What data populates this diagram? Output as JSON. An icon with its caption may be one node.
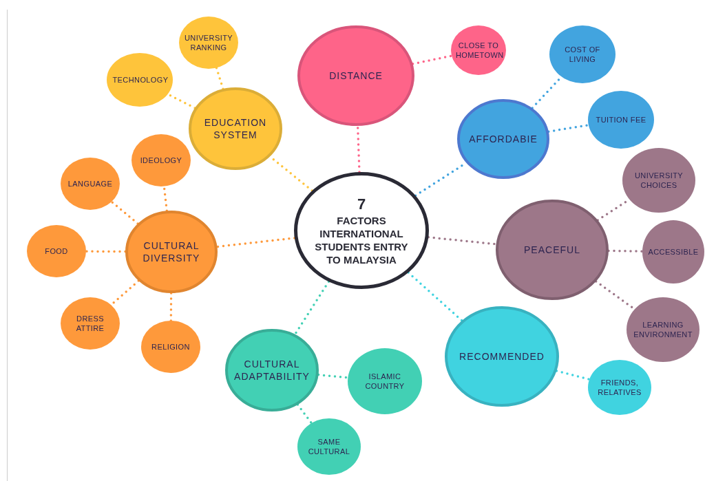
{
  "diagram": {
    "nodes": [
      {
        "text": [
          "7",
          "FACTORS INTERNATIONAL STUDENTS ENTRY TO MALAYSIA"
        ]
      },
      {
        "text": [
          "DISTANCE"
        ]
      },
      {
        "text": [
          "CLOSE TO HOMETOWN"
        ]
      },
      {
        "text": [
          "AFFORDABIE"
        ]
      },
      {
        "text": [
          "COST OF LIVING"
        ]
      },
      {
        "text": [
          "TUITION FEE"
        ]
      },
      {
        "text": [
          "PEACEFUL"
        ]
      },
      {
        "text": [
          "UNIVERSITY CHOICES"
        ]
      },
      {
        "text": [
          "ACCESSIBLE"
        ]
      },
      {
        "text": [
          "LEARNING ENVIRONMENT"
        ]
      },
      {
        "text": [
          "RECOMMENDED"
        ]
      },
      {
        "text": [
          "FRIENDS, RELATIVES"
        ]
      },
      {
        "text": [
          "CULTURAL ADAPTABILITY"
        ]
      },
      {
        "text": [
          "ISLAMIC COUNTRY"
        ]
      },
      {
        "text": [
          "SAME CULTURAL"
        ]
      },
      {
        "text": [
          "EDUCATION SYSTEM"
        ]
      },
      {
        "text": [
          "TECHNOLOGY"
        ]
      },
      {
        "text": [
          "UNIVERSITY RANKING"
        ]
      },
      {
        "text": [
          "CULTURAL DIVERSITY"
        ]
      },
      {
        "text": [
          "IDEOLOGY"
        ]
      },
      {
        "text": [
          "LANGUAGE"
        ]
      },
      {
        "text": [
          "FOOD"
        ]
      },
      {
        "text": [
          "DRESS ATTIRE"
        ]
      },
      {
        "text": [
          "RELIGION"
        ]
      }
    ],
    "edges": [
      {
        "from": 0,
        "to": 1,
        "arrow": "none",
        "style": "dashed",
        "color": "#fe6489"
      },
      {
        "from": 1,
        "to": 2,
        "arrow": "none",
        "style": "dashed",
        "color": "#fe6489"
      },
      {
        "from": 0,
        "to": 3,
        "arrow": "none",
        "style": "dashed",
        "color": "#42a4df"
      },
      {
        "from": 3,
        "to": 4,
        "arrow": "none",
        "style": "dashed",
        "color": "#42a4df"
      },
      {
        "from": 3,
        "to": 5,
        "arrow": "none",
        "style": "dashed",
        "color": "#42a4df"
      },
      {
        "from": 0,
        "to": 6,
        "arrow": "none",
        "style": "dashed",
        "color": "#9d7789"
      },
      {
        "from": 6,
        "to": 7,
        "arrow": "none",
        "style": "dashed",
        "color": "#9d7789"
      },
      {
        "from": 6,
        "to": 8,
        "arrow": "none",
        "style": "dashed",
        "color": "#9d7789"
      },
      {
        "from": 6,
        "to": 9,
        "arrow": "none",
        "style": "dashed",
        "color": "#9d7789"
      },
      {
        "from": 0,
        "to": 10,
        "arrow": "none",
        "style": "dashed",
        "color": "#40d3e0"
      },
      {
        "from": 10,
        "to": 11,
        "arrow": "none",
        "style": "dashed",
        "color": "#40d3e0"
      },
      {
        "from": 0,
        "to": 12,
        "arrow": "none",
        "style": "dashed",
        "color": "#42d0b4"
      },
      {
        "from": 12,
        "to": 13,
        "arrow": "none",
        "style": "dashed",
        "color": "#42d0b4"
      },
      {
        "from": 12,
        "to": 14,
        "arrow": "none",
        "style": "dashed",
        "color": "#42d0b4"
      },
      {
        "from": 0,
        "to": 15,
        "arrow": "none",
        "style": "dashed",
        "color": "#fec43b"
      },
      {
        "from": 15,
        "to": 16,
        "arrow": "none",
        "style": "dashed",
        "color": "#fec43b"
      },
      {
        "from": 15,
        "to": 17,
        "arrow": "none",
        "style": "dashed",
        "color": "#fec43b"
      },
      {
        "from": 0,
        "to": 18,
        "arrow": "none",
        "style": "dashed",
        "color": "#fe993b"
      },
      {
        "from": 18,
        "to": 19,
        "arrow": "none",
        "style": "dashed",
        "color": "#fe993b"
      },
      {
        "from": 18,
        "to": 20,
        "arrow": "none",
        "style": "dashed",
        "color": "#fe993b"
      },
      {
        "from": 18,
        "to": 21,
        "arrow": "none",
        "style": "dashed",
        "color": "#fe993b"
      },
      {
        "from": 18,
        "to": 22,
        "arrow": "none",
        "style": "dashed",
        "color": "#fe993b"
      },
      {
        "from": 18,
        "to": 23,
        "arrow": "none",
        "style": "dashed",
        "color": "#fe993b"
      }
    ]
  }
}
